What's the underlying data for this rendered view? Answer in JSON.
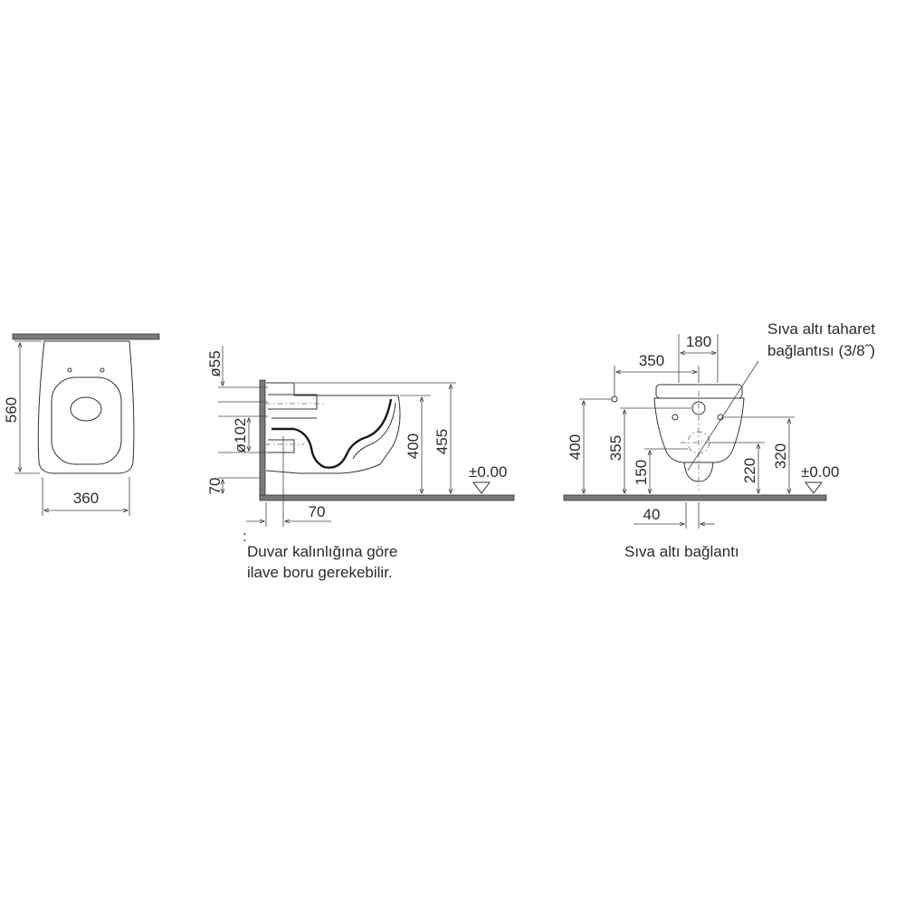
{
  "top_view": {
    "dim_depth": "560",
    "dim_width": "360"
  },
  "side_view": {
    "dim_pipe_small": "ø55",
    "dim_pipe_large": "ø102",
    "dim_drain_height": "70",
    "dim_wall_offset": "70",
    "dim_bowl_height": "400",
    "dim_total_height": "455",
    "floor_level": "±0.00",
    "note_line1": "Duvar kalınlığına göre",
    "note_line2": "ilave boru gerekebilir."
  },
  "front_view": {
    "dim_top_small": "180",
    "dim_top_wide": "350",
    "dim_left_400": "400",
    "dim_355": "355",
    "dim_150": "150",
    "dim_220": "220",
    "dim_320": "320",
    "dim_bottom_40": "40",
    "floor_level": "±0.00",
    "callout_line1": "Sıva altı taharet",
    "callout_line2": "bağlantısı (3/8˝)",
    "caption": "Sıva altı bağlantı"
  }
}
